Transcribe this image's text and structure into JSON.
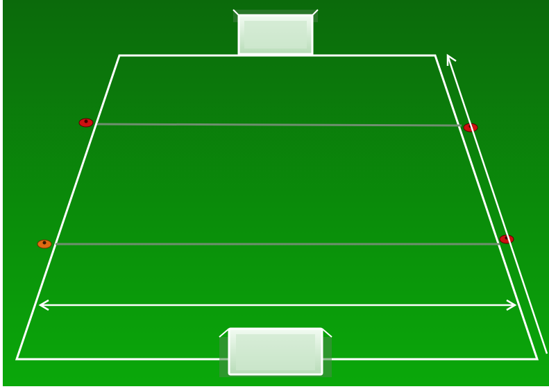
{
  "diagram": {
    "colors": {
      "grass_top": "#0b6a0b",
      "grass_bottom": "#0aa80a",
      "line": "#ffffff",
      "zone_line": "#6f8f6f",
      "goal_fill": "#d9efd9",
      "cone_red": "#cc1111",
      "cone_orange": "#e06a12"
    },
    "goals": [
      {
        "name": "top-goal"
      },
      {
        "name": "bottom-goal"
      }
    ],
    "zone_lines": 2,
    "cones": [
      {
        "name": "cone-left-upper",
        "color": "red"
      },
      {
        "name": "cone-right-upper",
        "color": "red"
      },
      {
        "name": "cone-left-lower",
        "color": "orange"
      },
      {
        "name": "cone-right-lower",
        "color": "red"
      }
    ],
    "arrows": [
      {
        "name": "width-arrow",
        "style": "double-headed"
      },
      {
        "name": "length-arrow",
        "style": "double-headed"
      }
    ]
  }
}
